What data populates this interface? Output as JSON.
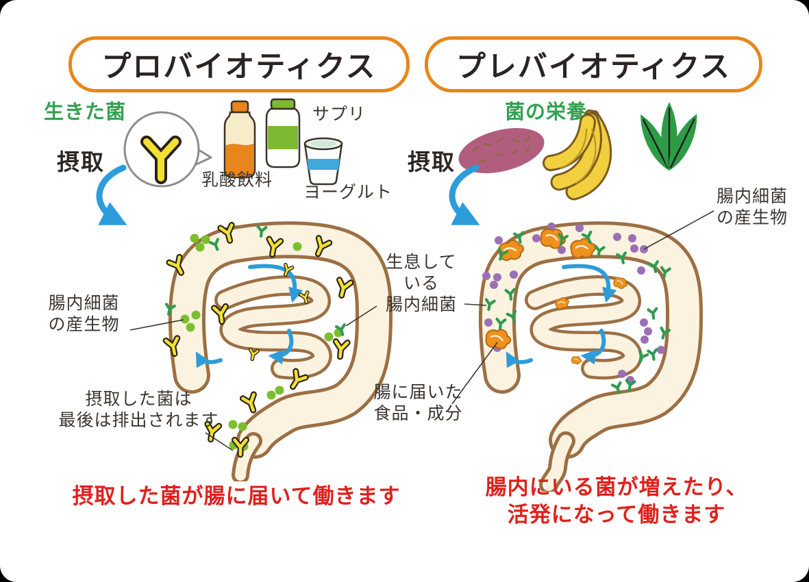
{
  "left": {
    "title": "プロバイオティクス",
    "subtitle": "生きた菌",
    "intake": "摂取",
    "drink_label": "乳酸飲料",
    "supplement_label": "サプリ",
    "yogurt_label": "ヨーグルト",
    "products_line1": "腸内細菌",
    "products_line2": "の産生物",
    "excreted_line1": "摂取した菌は",
    "excreted_line2": "最後は排出されます",
    "caption": "摂取した菌が腸に届いて働きます"
  },
  "center": {
    "resident_line1": "生息して",
    "resident_line2": "いる",
    "resident_line3": "腸内細菌",
    "food_line1": "腸に届いた",
    "food_line2": "食品・成分"
  },
  "right": {
    "title": "プレバイオティクス",
    "subtitle": "菌の栄養",
    "intake": "摂取",
    "products_line1": "腸内細菌",
    "products_line2": "の産生物",
    "caption_line1": "腸内にいる菌が増えたり、",
    "caption_line2": "活発になって働きます"
  },
  "icons": {
    "left": [
      "live-bacteria-bubble-icon",
      "lactic-drink-bottle-icon",
      "supplement-bottle-icon",
      "yogurt-cup-icon",
      "intake-arrow-icon",
      "intestine-illustration"
    ],
    "right": [
      "sweet-potato-icon",
      "banana-icon",
      "leafy-greens-icon",
      "intake-arrow-icon",
      "intestine-illustration"
    ]
  },
  "colors": {
    "pill_border": "#E8861B",
    "green_text": "#33A150",
    "red_text": "#E0201C",
    "blue_arrow": "#2D9CDB",
    "intestine_outline": "#9C6F44",
    "intestine_fill": "#FBF3DF",
    "yellow_bacteria": "#F2E134",
    "green_bacteria": "#2E9C50",
    "green_dot": "#7CBE31",
    "purple_dot": "#9C6FB5",
    "orange_food": "#F0911E"
  }
}
